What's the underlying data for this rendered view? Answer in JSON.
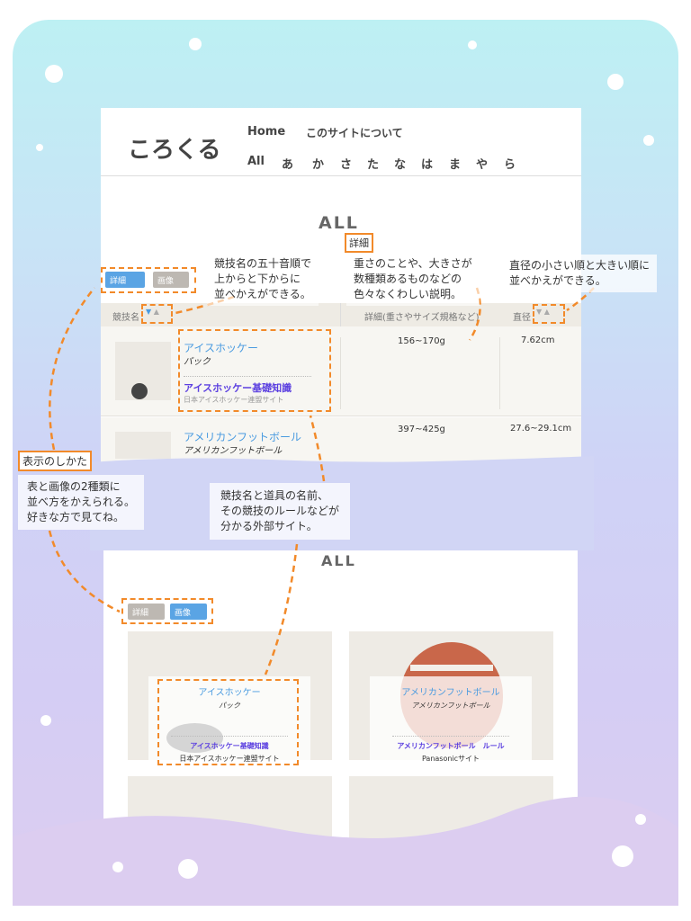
{
  "site": {
    "logo": "ころくる",
    "nav_top": [
      "Home",
      "このサイトについて"
    ],
    "nav_kana": [
      "All",
      "あ",
      "か",
      "さ",
      "た",
      "な",
      "は",
      "ま",
      "や",
      "ら"
    ]
  },
  "top": {
    "title": "ALL",
    "detail_label": "詳細",
    "toggle": {
      "detail": "詳細",
      "image": "画像"
    },
    "table": {
      "headers": [
        "競技名",
        "詳細(重さやサイズ規格など)",
        "直径"
      ],
      "rows": [
        {
          "sport": "アイスホッケー",
          "item": "パック",
          "link": "アイスホッケー基礎知識",
          "source": "日本アイスホッケー連盟サイト",
          "detail": "156~170g",
          "diameter": "7.62cm"
        },
        {
          "sport": "アメリカンフットボール",
          "item": "アメリカンフットボール",
          "detail": "397~425g",
          "diameter": "27.6~29.1cm"
        }
      ]
    }
  },
  "notes": {
    "sort_name": "競技名の五十音順で\n上からと下からに\n並べかえができる。",
    "detail_desc": "重さのことや、大きさが\n数種類あるものなどの\n色々なくわしい説明。",
    "sort_diameter": "直径の小さい順と大きい順に\n並べかえができる。",
    "display_label": "表示のしかた",
    "display_desc": "表と画像の2種類に\n並べ方をかえられる。\n好きな方で見てね。",
    "external": "競技名と道具の名前、\nその競技のルールなどが\n分かる外部サイト。"
  },
  "bottom": {
    "title": "ALL",
    "toggle": {
      "detail": "詳細",
      "image": "画像"
    },
    "cards": [
      {
        "sport": "アイスホッケー",
        "item": "パック",
        "link": "アイスホッケー基礎知識",
        "source": "日本アイスホッケー連盟サイト"
      },
      {
        "sport": "アメリカンフットボール",
        "item": "アメリカンフットボール",
        "link": "アメリカンフットボール　ルール",
        "source": "Panasonicサイト"
      }
    ]
  },
  "colors": {
    "accent": "#f28a2a",
    "link": "#4a9be0",
    "button": "#5aa4e4"
  }
}
